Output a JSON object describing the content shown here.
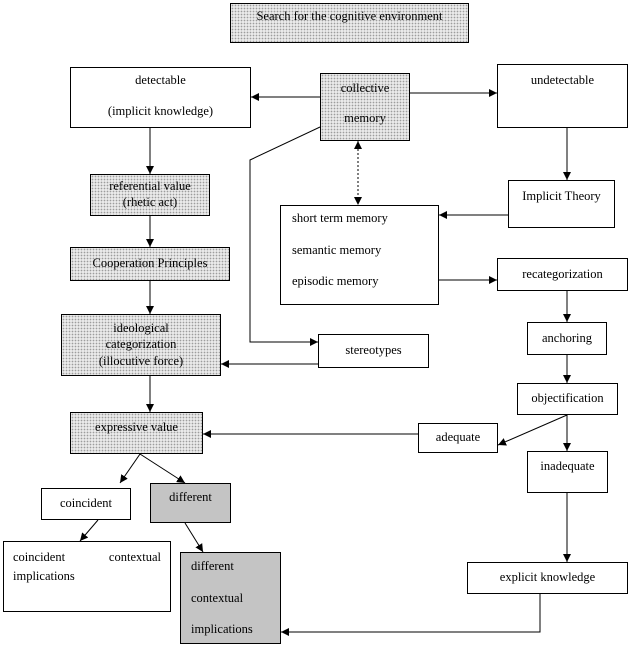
{
  "nodes": {
    "search": "Search for the cognitive environment",
    "detectable": {
      "line1": "detectable",
      "line2": "(implicit knowledge)"
    },
    "collective_memory": {
      "line1": "collective",
      "line2": "memory"
    },
    "undetectable": "undetectable",
    "referential_value": {
      "line1": "referential value",
      "line2": "(rhetic act)"
    },
    "implicit_theory": "Implicit Theory",
    "memory_types": [
      "short term memory",
      "semantic memory",
      "episodic memory"
    ],
    "cooperation_principles": "Cooperation Principles",
    "recategorization": "recategorization",
    "ideological_categorization": [
      "ideological",
      "categorization",
      "(illocutive force)"
    ],
    "stereotypes": "stereotypes",
    "anchoring": "anchoring",
    "objectification": "objectification",
    "expressive_value": "expressive value",
    "adequate": "adequate",
    "inadequate": "inadequate",
    "coincident": "coincident",
    "different": "different",
    "coincident_implications": {
      "word1": "coincident",
      "word2": "contextual",
      "line2": "implications"
    },
    "different_implications": [
      "different",
      "contextual",
      "implications"
    ],
    "explicit_knowledge": "explicit knowledge"
  },
  "colors": {
    "line": "#000000",
    "dotted_fill": "#e9e9e9",
    "grey_fill": "#c4c4c4"
  }
}
